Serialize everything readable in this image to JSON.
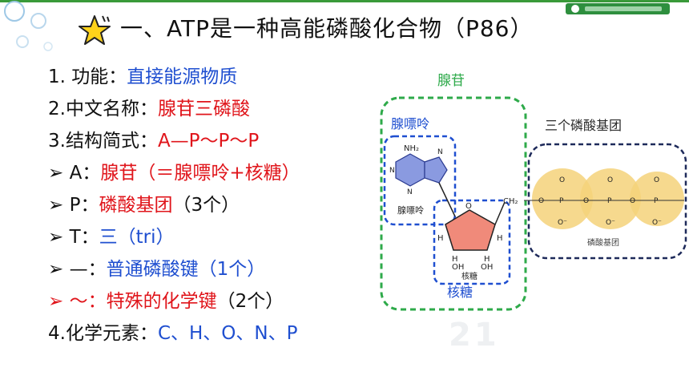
{
  "title": "一、ATP是一种高能磷酸化合物（P86）",
  "lines": [
    {
      "label": "1. 功能：",
      "value": "直接能源物质",
      "extra": ""
    },
    {
      "label": "2.中文名称：",
      "value": "腺苷三磷酸",
      "extra": ""
    },
    {
      "label": "3.结构简式：",
      "value": "A—P～P～P",
      "extra": ""
    },
    {
      "label": "➢  A：",
      "value": "腺苷（＝腺嘌呤+核糖）",
      "extra": ""
    },
    {
      "label": "➢  P：",
      "value": "磷酸基团",
      "extra": "（3个）"
    },
    {
      "label": "➢  T：",
      "value": "三（tri）",
      "extra": ""
    },
    {
      "label": "➢  —：",
      "value": "普通磷酸键（1个）",
      "extra": ""
    },
    {
      "label": "➢  ～：",
      "value": "特殊的化学键",
      "extra": "（2个）"
    },
    {
      "label": "4.化学元素：",
      "value": "C、H、O、N、P",
      "extra": ""
    }
  ],
  "diagram": {
    "adenosine_label": "腺苷",
    "adenine_label": "腺嘌呤",
    "phosphate_group_label": "三个磷酸基团",
    "adenine_inner": "腺嘌呤",
    "ribose_label": "核糖",
    "ribose_inner": "核糖",
    "phosphate_inner": "磷酸基团",
    "nh2": "NH₂",
    "ch2": "CH₂",
    "h": "H",
    "oh": "OH",
    "o": "O",
    "p": "P",
    "o_minus": "O⁻",
    "n": "N"
  },
  "colors": {
    "green": "#2eaa4a",
    "blue": "#1f4fd0",
    "red": "#e0151b",
    "navy": "#1e2a5a"
  }
}
